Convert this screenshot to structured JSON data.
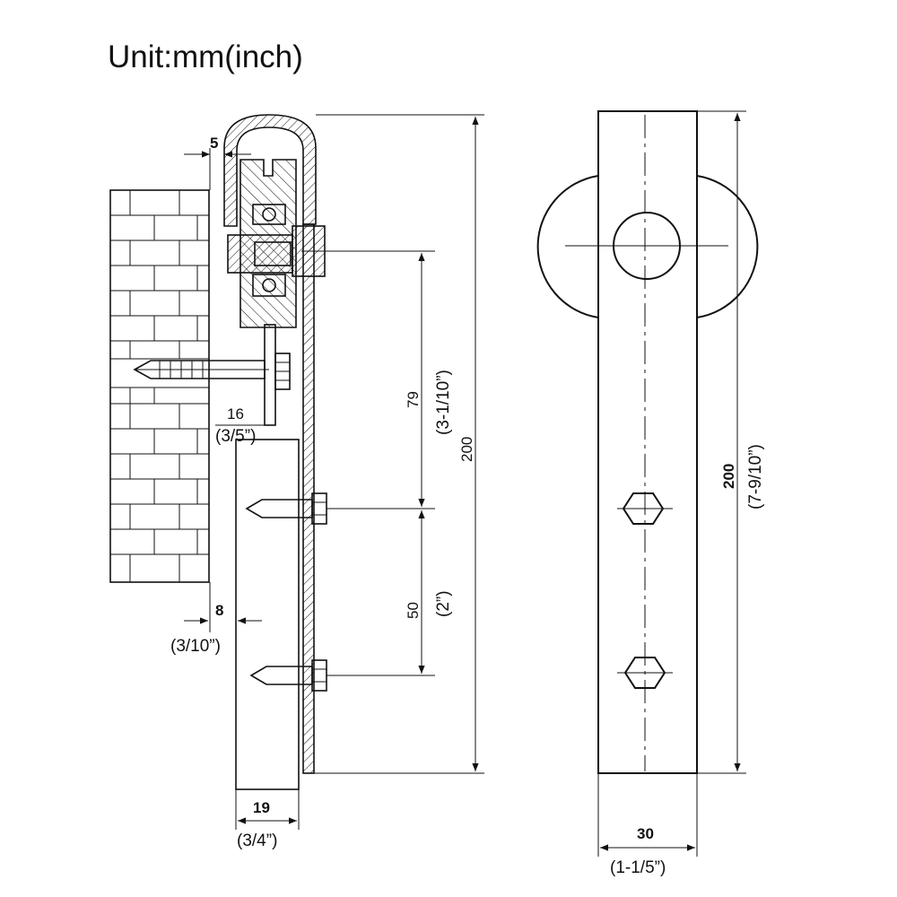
{
  "title": "Unit:mm(inch)",
  "side_view": {
    "dim_gap_top": "5",
    "dim_spacer": "16",
    "dim_spacer_in": "(3/5”)",
    "dim_gap_bottom": "8",
    "dim_gap_bottom_in": "(3/10”)",
    "dim_strap": "19",
    "dim_strap_in": "(3/4”)",
    "dim_axle_to_bolt": "79",
    "dim_axle_to_bolt_in": "(3-1/10”)",
    "dim_bolt_spacing": "50",
    "dim_bolt_spacing_in": "(2”)",
    "dim_height": "200"
  },
  "front_view": {
    "dim_height": "200",
    "dim_height_in": "(7-9/10”)",
    "dim_width": "30",
    "dim_width_in": "(1-1/5”)"
  }
}
